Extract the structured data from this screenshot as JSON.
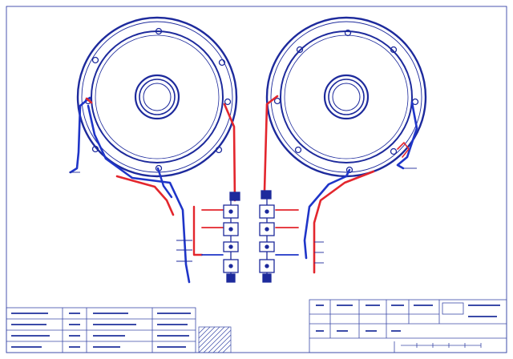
{
  "colors": {
    "outline": "#1d2a9c",
    "wire_positive": "#e3262d",
    "wire_negative": "#1f35c8",
    "title_block": "#3b4aa8",
    "background": "#ffffff"
  },
  "speakers": [
    {
      "id": "left-speaker",
      "position": "left"
    },
    {
      "id": "right-speaker",
      "position": "right"
    }
  ],
  "wiring_labels": [],
  "title_block": {
    "rows": []
  }
}
